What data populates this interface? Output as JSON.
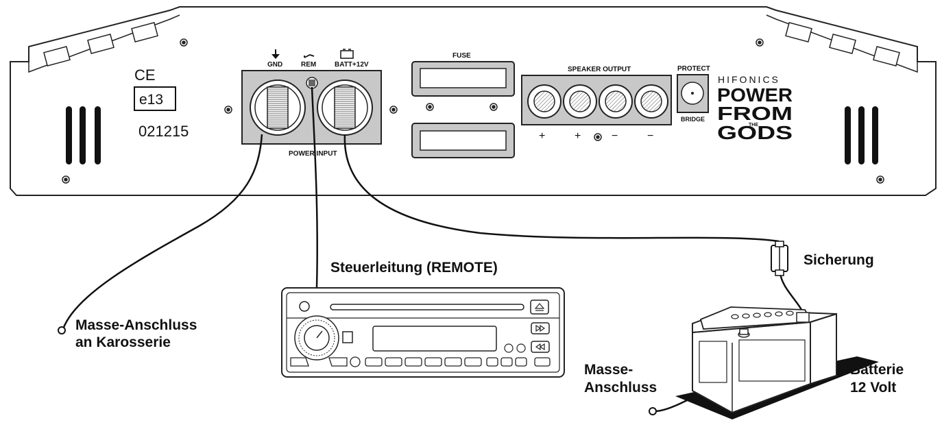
{
  "amplifier": {
    "ce_mark": "CE",
    "approval_code": "e13",
    "serial": "021215",
    "gnd_label": "GND",
    "rem_label": "REM",
    "batt_label": "BATT+12V",
    "power_input_label": "POWER INPUT",
    "fuse_label": "FUSE",
    "speaker_output_label": "SPEAKER OUTPUT",
    "protect_label": "PROTECT",
    "bridge_label": "BRIDGE",
    "polarity_marks": [
      "+",
      "+",
      "−",
      "−"
    ],
    "brand": "HIFONICS",
    "slogan_lines": [
      "POWER",
      "FROM",
      "THE",
      "GODS"
    ]
  },
  "callouts": {
    "remote": "Steuerleitung (REMOTE)",
    "fuse": "Sicherung",
    "chassis_ground_line1": "Masse-Anschluss",
    "chassis_ground_line2": "an Karosserie",
    "battery_ground_line1": "Masse-",
    "battery_ground_line2": "Anschluss",
    "battery_line1": "Batterie",
    "battery_line2": "12 Volt"
  },
  "icons": [
    "ground-icon",
    "remote-icon",
    "battery-icon",
    "eject-icon",
    "forward-icon",
    "rewind-icon"
  ]
}
